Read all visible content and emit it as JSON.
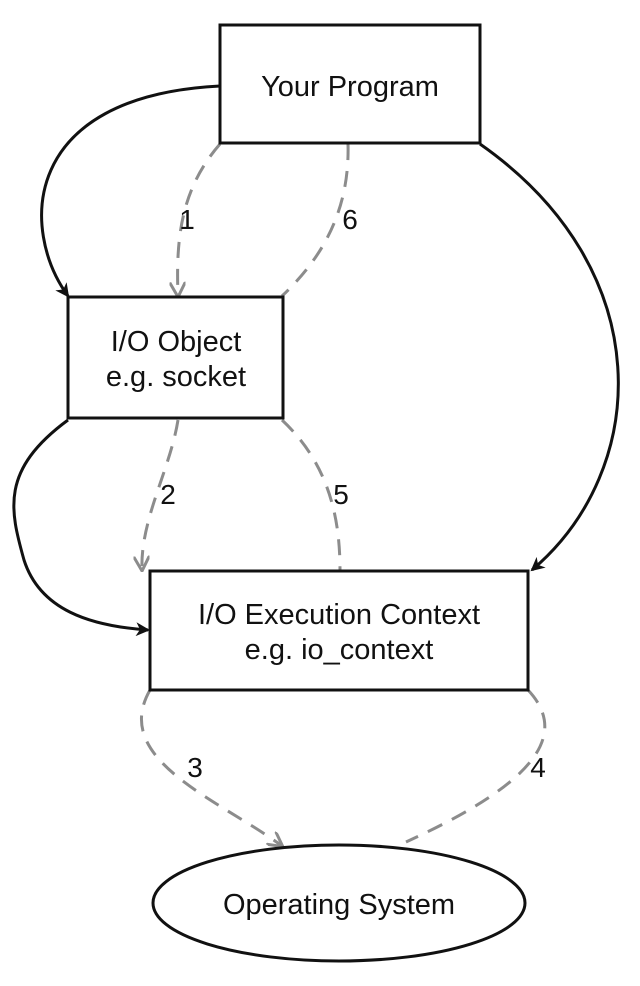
{
  "nodes": {
    "program": {
      "line1": "Your Program"
    },
    "io_object": {
      "line1": "I/O Object",
      "line2": "e.g. socket"
    },
    "context": {
      "line1": "I/O Execution Context",
      "line2": "e.g. io_context"
    },
    "os": {
      "line1": "Operating System"
    }
  },
  "steps": {
    "s1": "1",
    "s2": "2",
    "s3": "3",
    "s4": "4",
    "s5": "5",
    "s6": "6"
  },
  "colors": {
    "solid_line": "#111111",
    "dashed_line": "#8c8c8c",
    "background": "#ffffff"
  }
}
